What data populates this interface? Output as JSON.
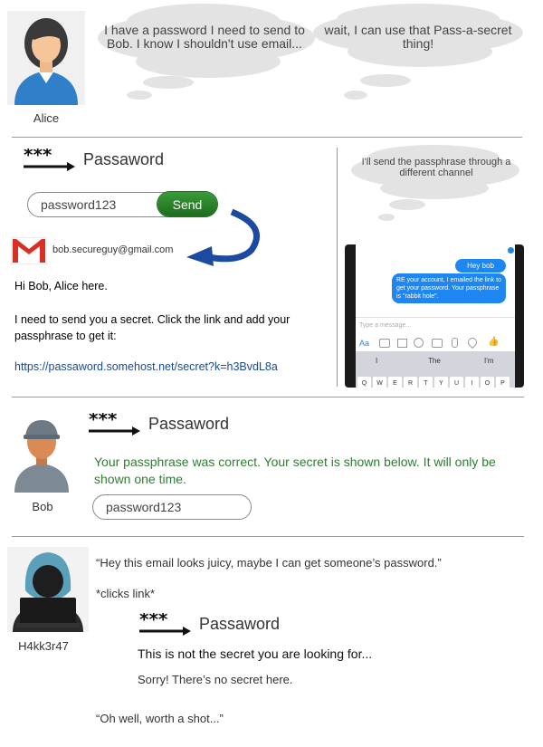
{
  "alice": {
    "name": "Alice",
    "thought1": "I have a password I need to send to Bob. I know I shouldn't use email...",
    "thought2": "wait, I can use that Pass-a-secret thing!"
  },
  "app": {
    "name": "Passaword"
  },
  "send_panel": {
    "secret_value": "password123",
    "send_label": "Send"
  },
  "email": {
    "address": "bob.secureguy@gmail.com",
    "greeting": "Hi Bob, Alice here.",
    "body": "I need to send you a secret. Click the link and add your passphrase to get it:",
    "link": "https://passaword.somehost.net/secret?k=h3BvdL8a"
  },
  "side_thought": "I'll send the passphrase through a different channel",
  "messenger": {
    "msg1": "Hey bob",
    "msg2": "RE your account, I emailed the link to get your password. Your passphrase is \"rabbit hole\".",
    "input_placeholder": "Type a message...",
    "aa": "Aa",
    "suggestions": [
      "I",
      "The",
      "I'm"
    ],
    "keys": [
      "Q",
      "W",
      "E",
      "R",
      "T",
      "Y",
      "U",
      "I",
      "O",
      "P"
    ]
  },
  "bob": {
    "name": "Bob",
    "message": "Your passphrase was correct. Your secret is shown below. It will only be shown one time.",
    "secret_value": "password123"
  },
  "hacker": {
    "name": "H4kk3r47",
    "quote1": "“Hey this email looks juicy, maybe I can get someone’s password.”",
    "action": "*clicks link*",
    "heading": "This is not the secret you are looking for...",
    "sorry": "Sorry! There’s no secret here.",
    "quote2": "“Oh well, worth a shot...”"
  },
  "colors": {
    "send_button": "#2b832b",
    "success_text": "#2e7d32",
    "link": "#1a4b8c",
    "messenger_blue": "#1e86f0",
    "alice_shirt": "#2f7fc9",
    "bob_shirt": "#7d8a96",
    "hacker_hood": "#5aa0b8"
  }
}
